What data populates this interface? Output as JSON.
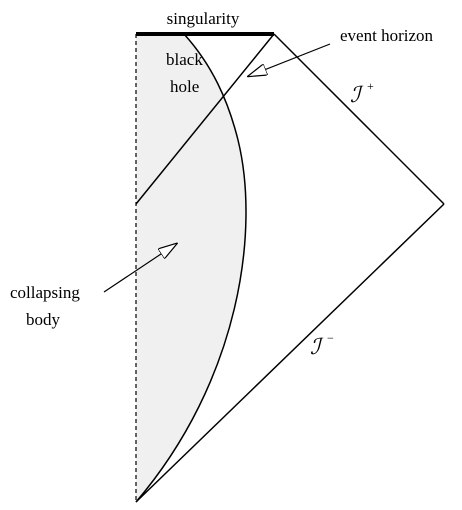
{
  "diagram": {
    "title": "",
    "labels": {
      "singularity": "singularity",
      "event_horizon": "event horizon",
      "black": "black",
      "hole": "hole",
      "collapsing": "collapsing",
      "body": "body",
      "scri_plus_symbol": "ℐ",
      "scri_plus_sup": "+",
      "scri_minus_symbol": "ℐ",
      "scri_minus_sup": "−"
    },
    "colors": {
      "stroke": "#000000",
      "body_fill": "#f0f0f0",
      "background": "#ffffff"
    }
  }
}
